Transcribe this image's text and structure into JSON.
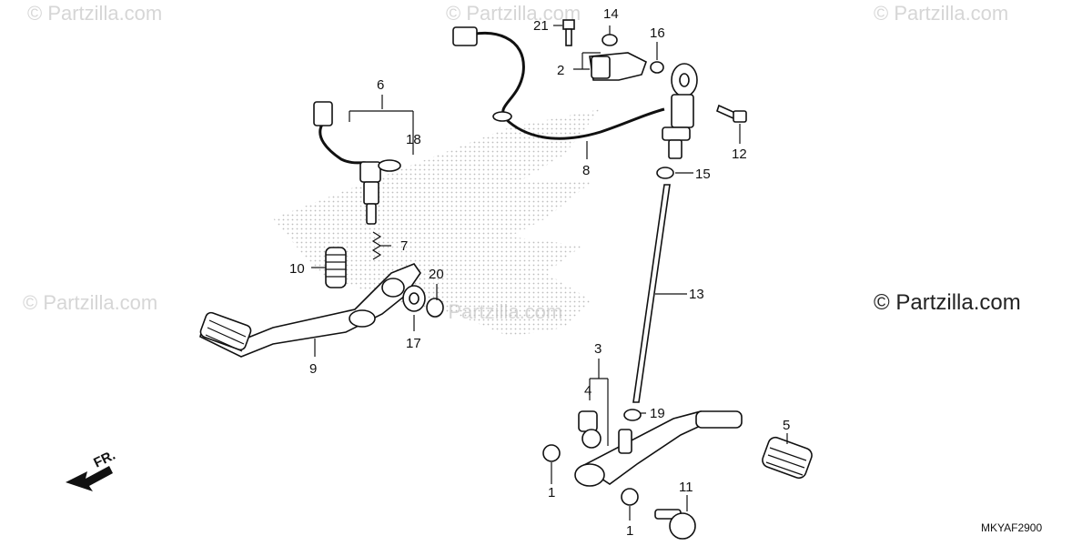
{
  "watermarks": {
    "small": "© Partzilla.com",
    "big": "© Partzilla.com"
  },
  "diagram_code": "MKYAF2900",
  "front_indicator": "FR.",
  "callouts": {
    "c1a": "1",
    "c1b": "1",
    "c2": "2",
    "c3": "3",
    "c4": "4",
    "c5": "5",
    "c6": "6",
    "c7": "7",
    "c8": "8",
    "c9": "9",
    "c10": "10",
    "c11": "11",
    "c12": "12",
    "c13": "13",
    "c14": "14",
    "c15": "15",
    "c16": "16",
    "c17": "17",
    "c18": "18",
    "c19": "19",
    "c20": "20",
    "c21": "21"
  },
  "colors": {
    "ink": "#111111",
    "watermark": "#d6d6d6",
    "logo_dots": "#bdbdbd"
  }
}
